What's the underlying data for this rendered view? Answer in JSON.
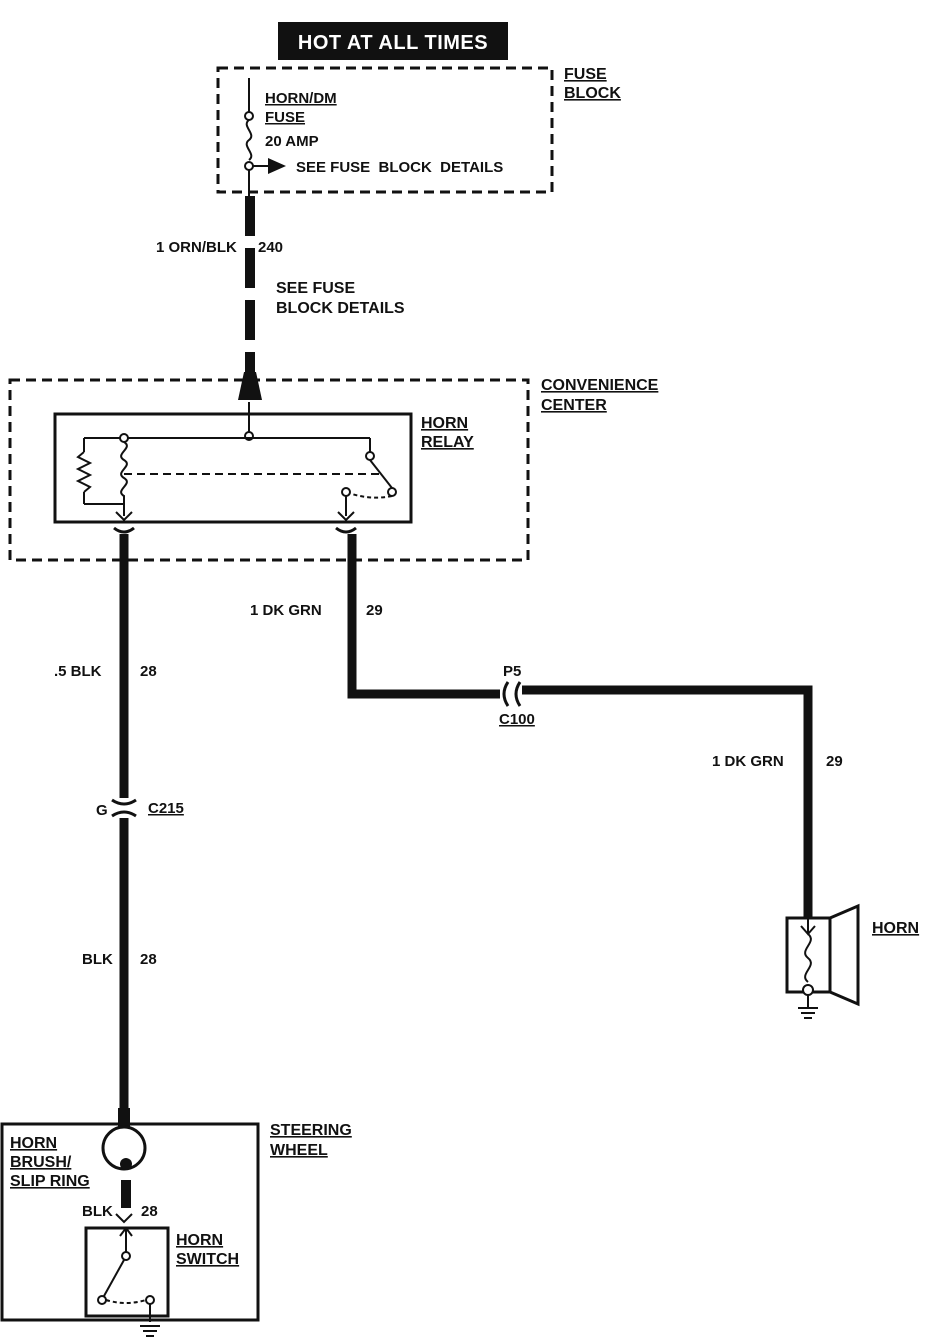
{
  "banner": {
    "text": "HOT AT ALL TIMES"
  },
  "fuse_block": {
    "title_line1": "FUSE",
    "title_line2": "BLOCK",
    "fuse_name_line1": "HORN/DM",
    "fuse_name_line2": "FUSE",
    "fuse_rating": "20 AMP",
    "details_note": "SEE FUSE  BLOCK  DETAILS"
  },
  "wire_240": {
    "label": "1 ORN/BLK",
    "circuit": "240",
    "note_line1": "SEE FUSE",
    "note_line2": "BLOCK DETAILS"
  },
  "convenience_center": {
    "title_line1": "CONVENIENCE",
    "title_line2": "CENTER"
  },
  "horn_relay": {
    "title_line1": "HORN",
    "title_line2": "RELAY"
  },
  "wire_28_upper": {
    "label": ".5 BLK",
    "circuit": "28"
  },
  "wire_29_relay": {
    "label": "1 DK GRN",
    "circuit": "29"
  },
  "connector_c100": {
    "pin": "P5",
    "name": "C100"
  },
  "wire_29_horn": {
    "label": "1 DK GRN",
    "circuit": "29"
  },
  "connector_c215": {
    "pin": "G",
    "name": "C215"
  },
  "wire_28_lower": {
    "label": "BLK",
    "circuit": "28"
  },
  "horn": {
    "label": "HORN"
  },
  "steering_wheel": {
    "title_line1": "STEERING",
    "title_line2": "WHEEL",
    "brush_line1": "HORN",
    "brush_line2": "BRUSH/",
    "brush_line3": "SLIP RING",
    "wire_label": "BLK",
    "wire_circuit": "28",
    "switch_line1": "HORN",
    "switch_line2": "SWITCH"
  }
}
